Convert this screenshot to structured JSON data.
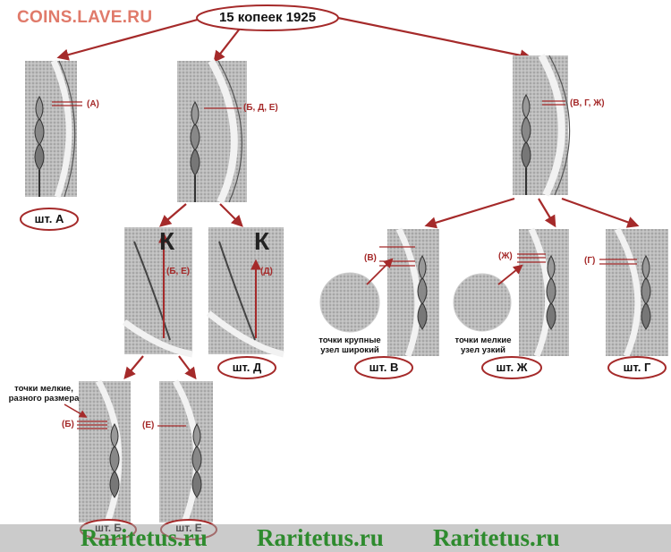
{
  "header": {
    "site_logo": "COINS.LAVE.RU",
    "root_title": "15 копеек 1925"
  },
  "colors": {
    "accent": "#a52a2a",
    "logo": "#e07a6a",
    "watermark": "#2e8b2e"
  },
  "varieties": {
    "a": "шт. А",
    "v": "шт. В",
    "zh": "шт. Ж",
    "g": "шт. Г",
    "d": "шт. Д",
    "b": "шт. Б",
    "e": "шт. Е"
  },
  "markers": {
    "a": "(А)",
    "bde": "(Б, Д, Е)",
    "vgzh": "(В, Г, Ж)",
    "be_vert": "(Б, Е)",
    "d_vert": "(Д)",
    "v": "(В)",
    "zh": "(Ж)",
    "g": "(Г)",
    "b": "(Б)",
    "e": "(Е)"
  },
  "letters": {
    "k1": "К",
    "k2": "К"
  },
  "notes": {
    "v_line1": "точки крупные",
    "v_line2": "узел широкий",
    "zh_line1": "точки мелкие",
    "zh_line2": "узел узкий",
    "b_line1": "точки мелкие,",
    "b_line2": "разного размера"
  },
  "footer": {
    "watermark_1": "Raritetus.ru",
    "watermark_2": "Raritetus.ru",
    "watermark_3": "Raritetus.ru"
  }
}
